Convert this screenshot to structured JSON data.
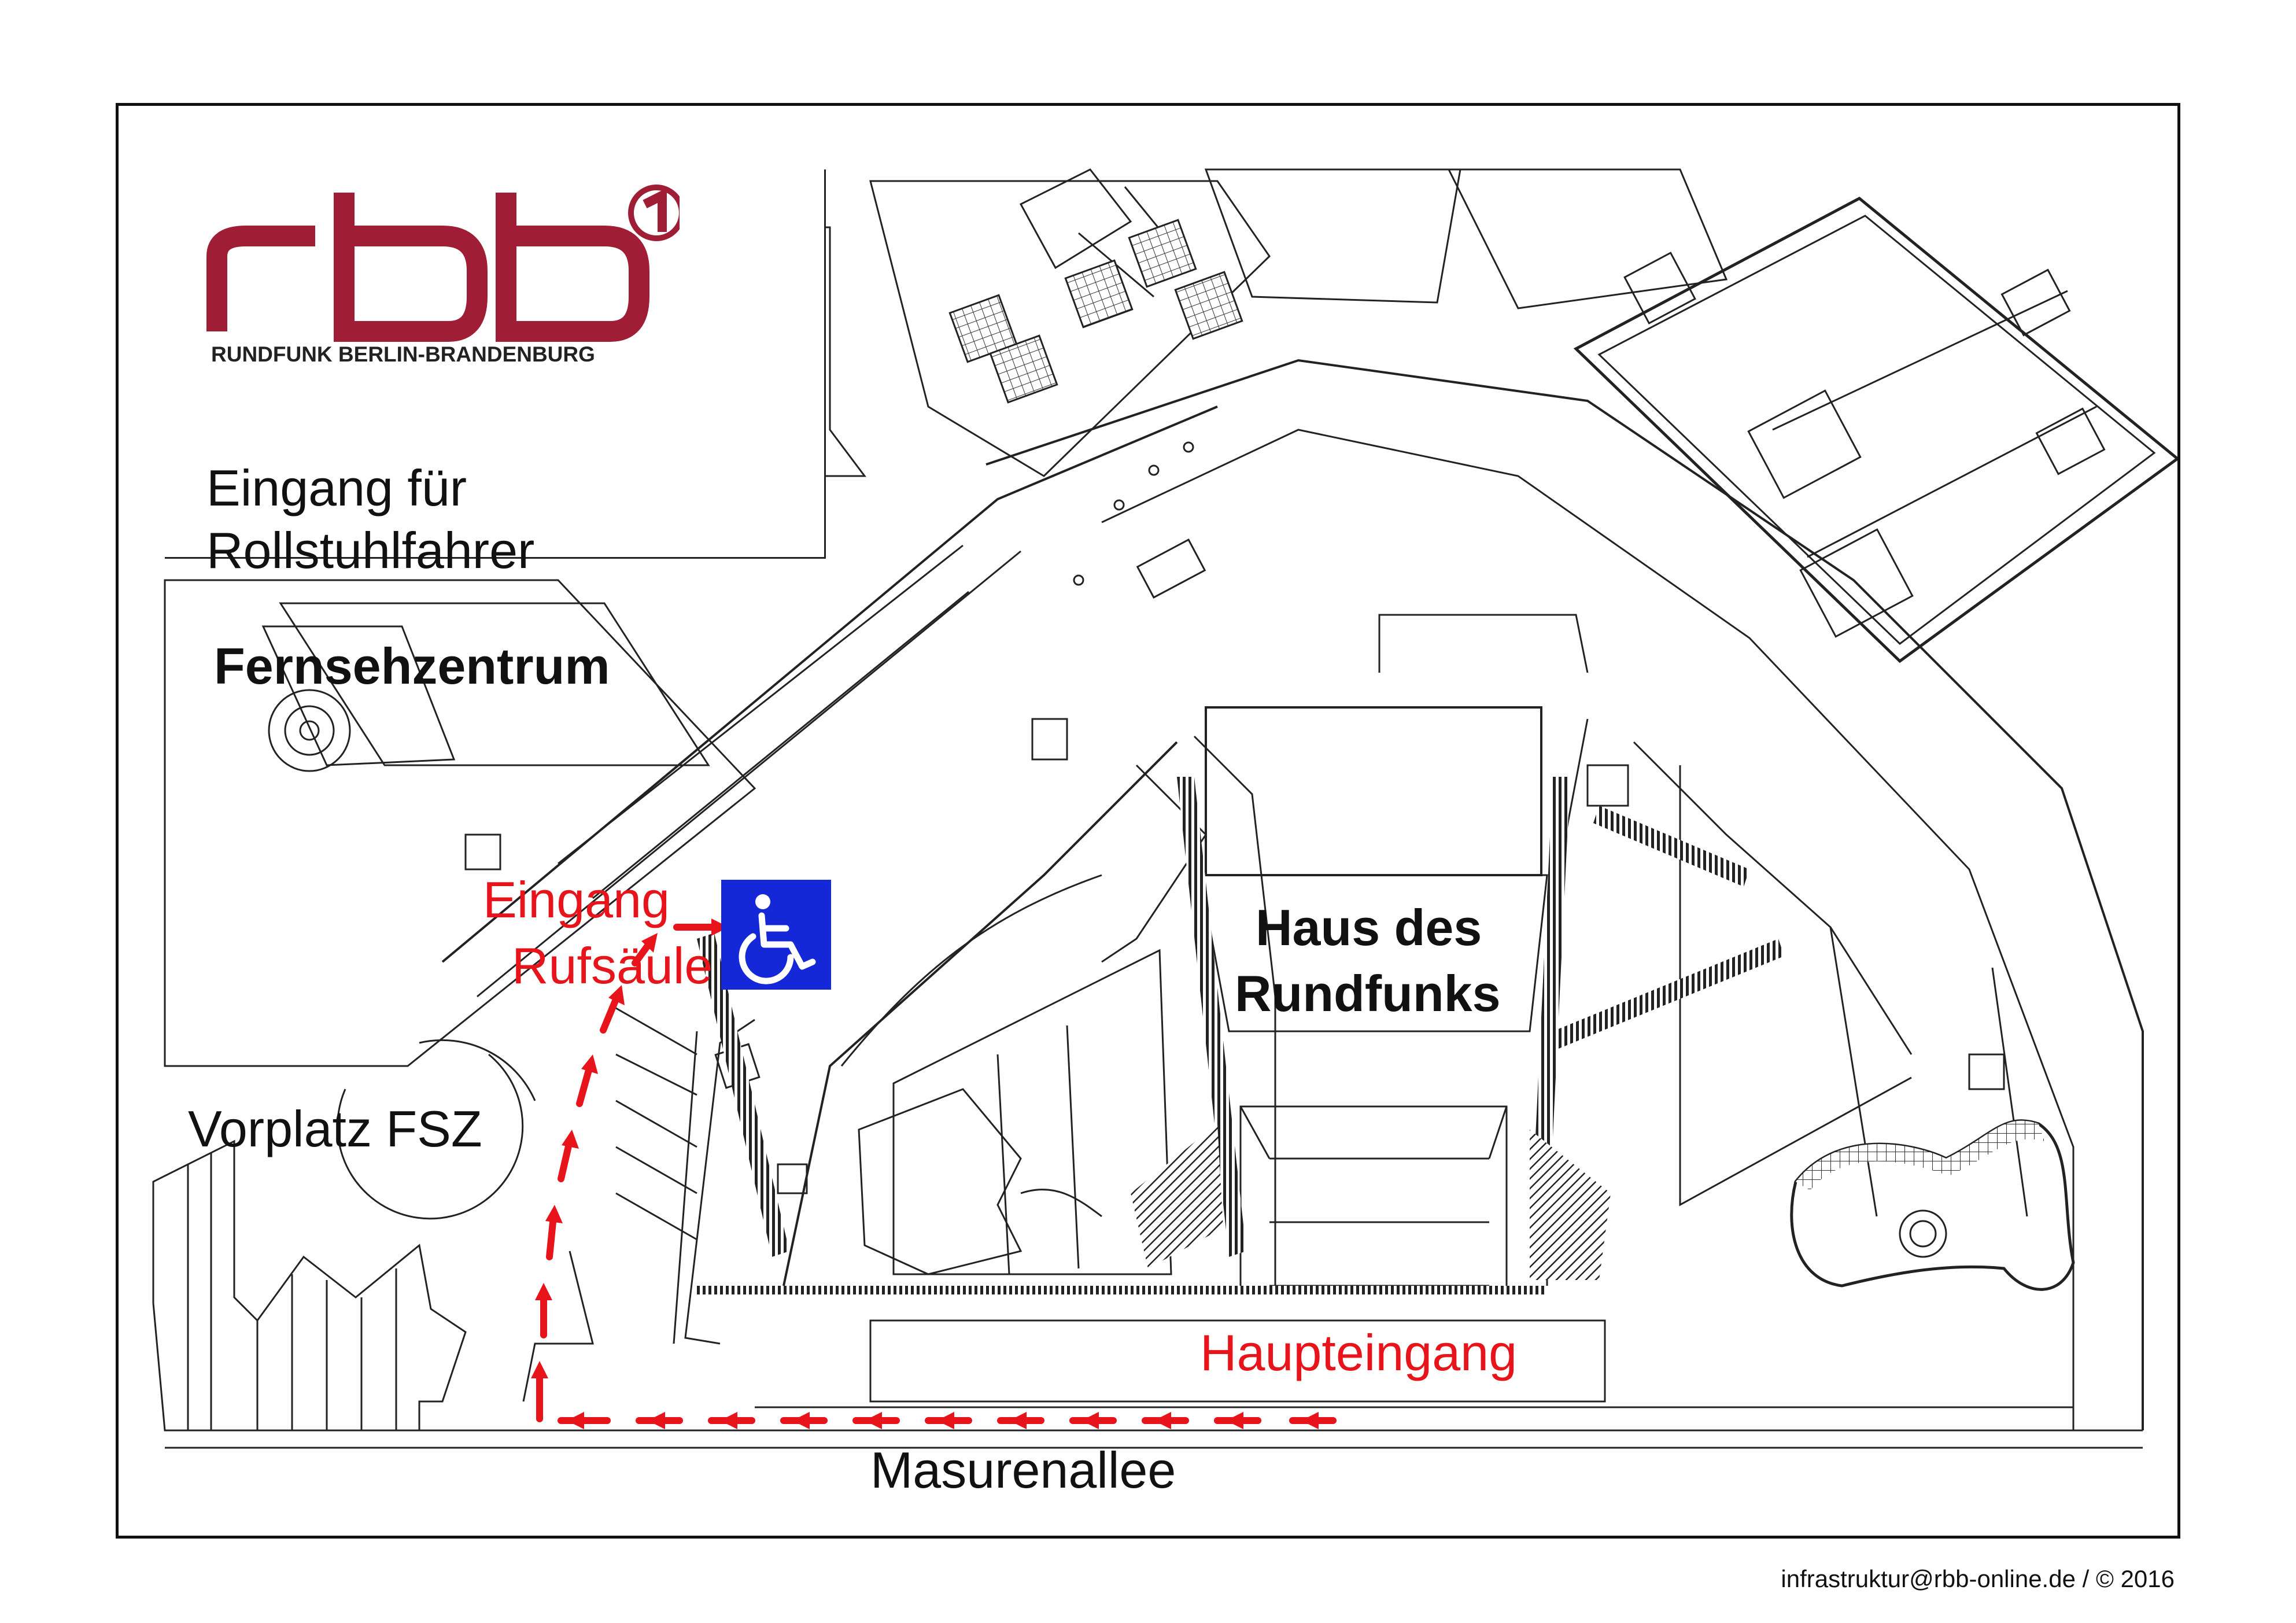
{
  "logo": {
    "wordmark": "rbb",
    "tagline": "RUNDFUNK BERLIN-BRANDENBURG",
    "brand_color": "#a01e35"
  },
  "legend": {
    "title_line1": "Eingang für",
    "title_line2": "Rollstuhlfahrer"
  },
  "labels": {
    "fernsehzentrum": "Fernsehzentrum",
    "haus_line1": "Haus des",
    "haus_line2": "Rundfunks",
    "vorplatz": "Vorplatz FSZ",
    "eingang_line1": "Eingang",
    "eingang_line2": "Rufsäule",
    "haupteingang": "Haupteingang",
    "street": "Masurenallee"
  },
  "footer": {
    "credit": "infrastruktur@rbb-online.de / © 2016"
  },
  "colors": {
    "route": "#e8141b",
    "accessible_sign": "#1428d8",
    "lines": "#222222"
  },
  "icons": {
    "route_marker": "arrow-icon",
    "accessible_entrance": "wheelchair-icon"
  }
}
